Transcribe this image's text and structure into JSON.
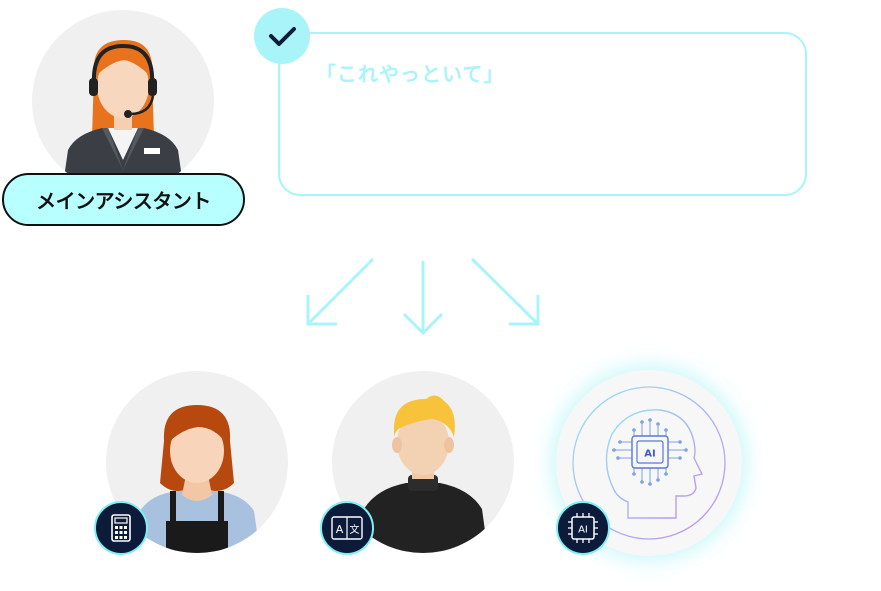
{
  "main_assistant": {
    "label": "メインアシスタント"
  },
  "speech_bubble": {
    "text": "「これやっといて」"
  },
  "icons": {
    "check": "check-icon",
    "calculator": "calculator-icon",
    "translate": "translate-icon",
    "ai_chip": "ai-chip-icon",
    "ai_head": "ai-head-icon"
  },
  "ai_labels": {
    "head_chip": "AI",
    "badge_chip": "AI"
  },
  "translate_labels": {
    "latin": "A",
    "kanji": "文"
  },
  "colors": {
    "accent": "#a8f4f8",
    "pill_bg": "#b8ffff",
    "badge_bg": "#0d1b3a"
  }
}
